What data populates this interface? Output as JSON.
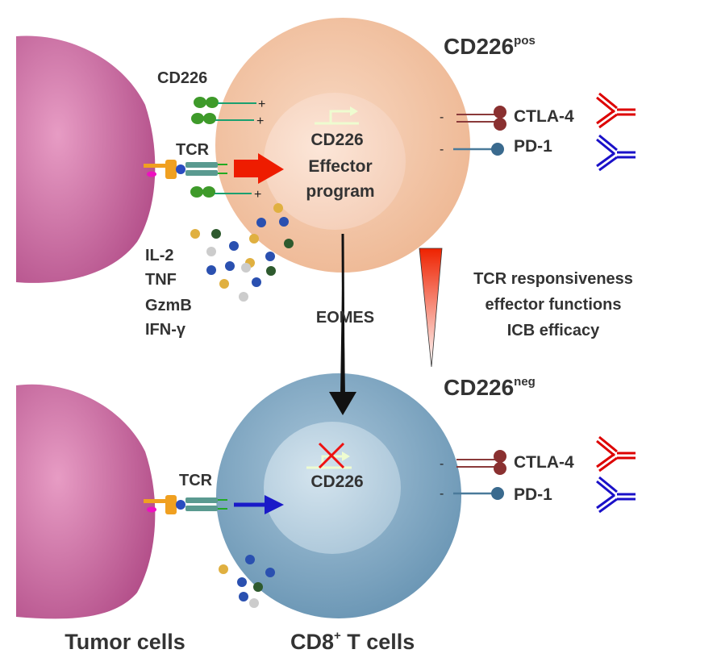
{
  "top_cell": {
    "title": "CD226",
    "title_sup": "pos",
    "receptor_label": "CD226",
    "tcr_label": "TCR",
    "plus": "+",
    "nucleus_lines": [
      "CD226",
      "Effector",
      "program"
    ],
    "checkpoints": [
      {
        "sign": "-",
        "label": "CTLA-4"
      },
      {
        "sign": "-",
        "label": "PD-1"
      }
    ],
    "cytokines": [
      "IL-2",
      "TNF",
      "GzmB",
      "IFN-γ"
    ]
  },
  "transition": {
    "label": "EOMES",
    "gradient_lines": [
      "TCR responsiveness",
      "effector functions",
      "ICB efficacy"
    ]
  },
  "bottom_cell": {
    "title": "CD226",
    "title_sup": "neg",
    "tcr_label": "TCR",
    "nucleus_line": "CD226",
    "checkpoints": [
      {
        "sign": "-",
        "label": "CTLA-4"
      },
      {
        "sign": "-",
        "label": "PD-1"
      }
    ]
  },
  "footer": {
    "left": "Tumor cells",
    "right_main": "CD8",
    "right_sup": "+",
    "right_tail": " T cells"
  },
  "colors": {
    "tumor": "#c8609a",
    "cd226pos_cell": "#f2c2a2",
    "cd226neg_cell": "#7fa8c4",
    "tcr_arrow_strong": "#ee1c00",
    "tcr_arrow_weak": "#1a1ac8",
    "ctla4_antibody": "#dd0000",
    "pd1_antibody": "#1a10c8"
  }
}
